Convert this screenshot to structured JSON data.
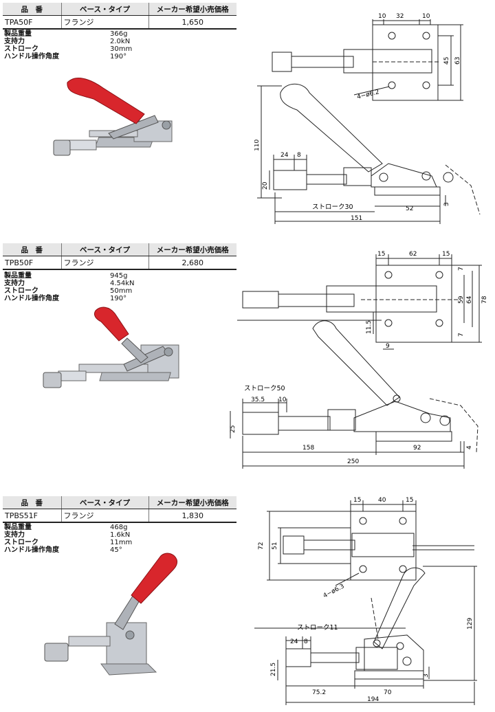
{
  "colors": {
    "handle_red": "#d8262c",
    "metal": "#b8bcc2",
    "line": "#222222",
    "header_bg": "#e6e6e6"
  },
  "headers": {
    "code": "品　番",
    "base": "ベース・タイプ",
    "price": "メーカー希望小売価格"
  },
  "products": [
    {
      "code": "TPA50F",
      "base": "フランジ",
      "price": "1,650",
      "specs": [
        {
          "label": "製品重量",
          "value": "366g"
        },
        {
          "label": "支持力",
          "value": "2.0kN"
        },
        {
          "label": "ストローク",
          "value": "30mm"
        },
        {
          "label": "ハンドル操作角度",
          "value": "190°"
        }
      ],
      "dims": {
        "d1": "10",
        "d2": "32",
        "d3": "10",
        "d4": "45",
        "d5": "63",
        "hole": "4−ø6.2",
        "d6": "110",
        "d7": "24",
        "d8": "8",
        "d9": "20",
        "stroke": "ストローク30",
        "d10": "52",
        "d11": "3",
        "d12": "151"
      }
    },
    {
      "code": "TPB50F",
      "base": "フランジ",
      "price": "2,680",
      "specs": [
        {
          "label": "製品重量",
          "value": "945g"
        },
        {
          "label": "支持力",
          "value": "4.54kN"
        },
        {
          "label": "ストローク",
          "value": "50mm"
        },
        {
          "label": "ハンドル操作角度",
          "value": "190°"
        }
      ],
      "dims": {
        "d1": "15",
        "d2": "62",
        "d3": "15",
        "d4": "7",
        "d5": "59",
        "d6": "64",
        "d7": "78",
        "d8": "7",
        "d9": "11.5",
        "d10": "9",
        "stroke": "ストローク50",
        "d11": "35.5",
        "d12": "10",
        "d13": "25",
        "d14": "158",
        "d15": "92",
        "d16": "4",
        "d17": "250"
      }
    },
    {
      "code": "TPBS51F",
      "base": "フランジ",
      "price": "1,830",
      "specs": [
        {
          "label": "製品重量",
          "value": "468g"
        },
        {
          "label": "支持力",
          "value": "1.6kN"
        },
        {
          "label": "ストローク",
          "value": "11mm"
        },
        {
          "label": "ハンドル操作角度",
          "value": "45°"
        }
      ],
      "dims": {
        "d1": "15",
        "d2": "40",
        "d3": "15",
        "d4": "72",
        "d5": "51",
        "hole": "4−ø6.3",
        "d6": "129",
        "stroke": "ストローク11",
        "d7": "24",
        "d8": "8",
        "d9": "21.5",
        "d10": "3",
        "d11": "75.2",
        "d12": "70",
        "d13": "194"
      }
    }
  ]
}
